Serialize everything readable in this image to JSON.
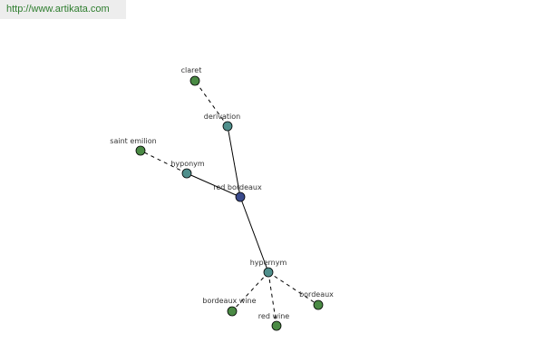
{
  "header": {
    "url": "http://www.artikata.com"
  },
  "graph": {
    "colors": {
      "center": "#3a4a8c",
      "relation": "#4f8f8c",
      "term": "#4a8a44",
      "outline": "#000000"
    },
    "nodes": [
      {
        "id": "red-bordeaux",
        "label": "red bordeaux",
        "kind": "center"
      },
      {
        "id": "derivation",
        "label": "derivation",
        "kind": "relation"
      },
      {
        "id": "hyponym",
        "label": "hyponym",
        "kind": "relation"
      },
      {
        "id": "hypernym",
        "label": "hypernym",
        "kind": "relation"
      },
      {
        "id": "claret",
        "label": "claret",
        "kind": "term"
      },
      {
        "id": "saint-emilion",
        "label": "saint emilion",
        "kind": "term"
      },
      {
        "id": "bordeaux-wine",
        "label": "bordeaux wine",
        "kind": "term"
      },
      {
        "id": "red-wine",
        "label": "red wine",
        "kind": "term"
      },
      {
        "id": "bordeaux",
        "label": "bordeaux",
        "kind": "term"
      }
    ],
    "edges": [
      {
        "from": "red-bordeaux",
        "to": "derivation",
        "style": "solid"
      },
      {
        "from": "red-bordeaux",
        "to": "hyponym",
        "style": "solid"
      },
      {
        "from": "red-bordeaux",
        "to": "hypernym",
        "style": "solid"
      },
      {
        "from": "derivation",
        "to": "claret",
        "style": "dashed"
      },
      {
        "from": "hyponym",
        "to": "saint-emilion",
        "style": "dashed"
      },
      {
        "from": "hypernym",
        "to": "bordeaux-wine",
        "style": "dashed"
      },
      {
        "from": "hypernym",
        "to": "red-wine",
        "style": "dashed"
      },
      {
        "from": "hypernym",
        "to": "bordeaux",
        "style": "dashed"
      }
    ]
  }
}
